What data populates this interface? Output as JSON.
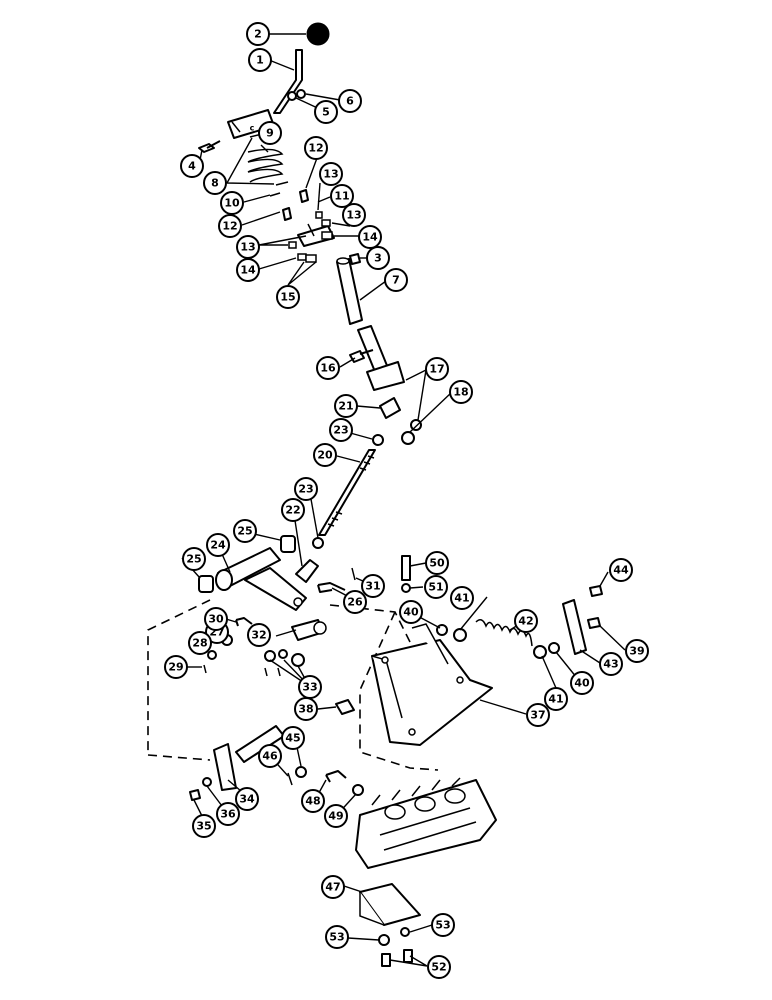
{
  "callouts": [
    {
      "id": "c1",
      "label": "1"
    },
    {
      "id": "c2",
      "label": "2"
    },
    {
      "id": "c3",
      "label": "3"
    },
    {
      "id": "c4",
      "label": "4"
    },
    {
      "id": "c5",
      "label": "5"
    },
    {
      "id": "c6",
      "label": "6"
    },
    {
      "id": "c7",
      "label": "7"
    },
    {
      "id": "c8",
      "label": "8"
    },
    {
      "id": "c9",
      "label": "9"
    },
    {
      "id": "c10",
      "label": "10"
    },
    {
      "id": "c11",
      "label": "11"
    },
    {
      "id": "c12a",
      "label": "12"
    },
    {
      "id": "c12b",
      "label": "12"
    },
    {
      "id": "c13a",
      "label": "13"
    },
    {
      "id": "c13b",
      "label": "13"
    },
    {
      "id": "c13c",
      "label": "13"
    },
    {
      "id": "c14a",
      "label": "14"
    },
    {
      "id": "c14b",
      "label": "14"
    },
    {
      "id": "c15",
      "label": "15"
    },
    {
      "id": "c16",
      "label": "16"
    },
    {
      "id": "c17",
      "label": "17"
    },
    {
      "id": "c18",
      "label": "18"
    },
    {
      "id": "c20",
      "label": "20"
    },
    {
      "id": "c21",
      "label": "21"
    },
    {
      "id": "c22",
      "label": "22"
    },
    {
      "id": "c23a",
      "label": "23"
    },
    {
      "id": "c23b",
      "label": "23"
    },
    {
      "id": "c24",
      "label": "24"
    },
    {
      "id": "c25a",
      "label": "25"
    },
    {
      "id": "c25b",
      "label": "25"
    },
    {
      "id": "c26",
      "label": "26"
    },
    {
      "id": "c27",
      "label": "27"
    },
    {
      "id": "c28",
      "label": "28"
    },
    {
      "id": "c29",
      "label": "29"
    },
    {
      "id": "c30",
      "label": "30"
    },
    {
      "id": "c31",
      "label": "31"
    },
    {
      "id": "c32",
      "label": "32"
    },
    {
      "id": "c33",
      "label": "33"
    },
    {
      "id": "c34",
      "label": "34"
    },
    {
      "id": "c35",
      "label": "35"
    },
    {
      "id": "c36",
      "label": "36"
    },
    {
      "id": "c37",
      "label": "37"
    },
    {
      "id": "c38",
      "label": "38"
    },
    {
      "id": "c39",
      "label": "39"
    },
    {
      "id": "c40a",
      "label": "40"
    },
    {
      "id": "c40b",
      "label": "40"
    },
    {
      "id": "c41a",
      "label": "41"
    },
    {
      "id": "c41b",
      "label": "41"
    },
    {
      "id": "c42",
      "label": "42"
    },
    {
      "id": "c43",
      "label": "43"
    },
    {
      "id": "c44",
      "label": "44"
    },
    {
      "id": "c45",
      "label": "45"
    },
    {
      "id": "c46",
      "label": "46"
    },
    {
      "id": "c47",
      "label": "47"
    },
    {
      "id": "c48",
      "label": "48"
    },
    {
      "id": "c49",
      "label": "49"
    },
    {
      "id": "c50",
      "label": "50"
    },
    {
      "id": "c51",
      "label": "51"
    },
    {
      "id": "c52",
      "label": "52"
    },
    {
      "id": "c53a",
      "label": "53"
    },
    {
      "id": "c53b",
      "label": "53"
    }
  ]
}
